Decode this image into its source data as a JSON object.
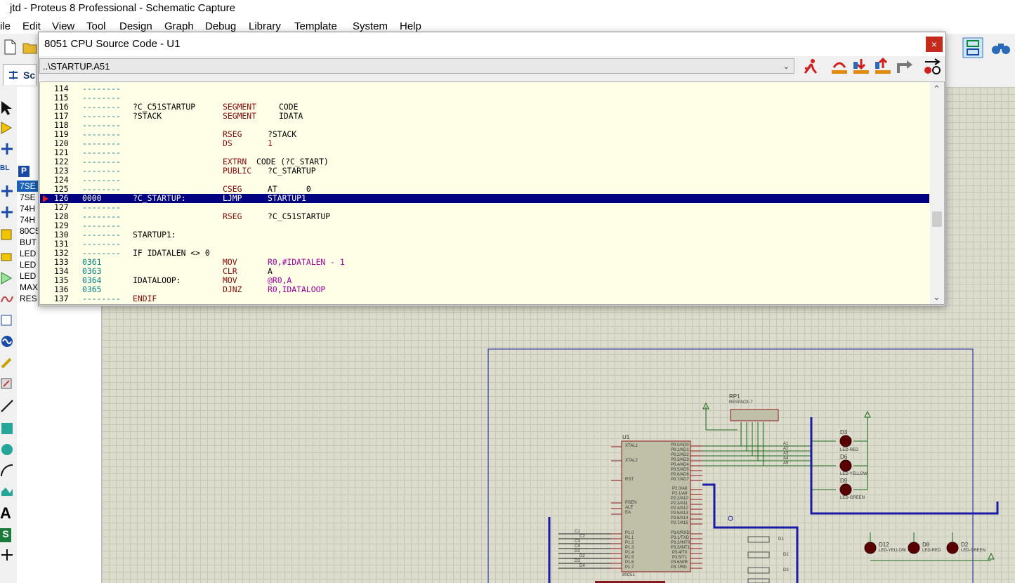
{
  "app": {
    "title": "jtd - Proteus 8 Professional - Schematic Capture",
    "menu": [
      "ile",
      "Edit",
      "View",
      "Tool",
      "Design",
      "Graph",
      "Debug",
      "Library",
      "Template",
      "System",
      "Help"
    ],
    "tab_label": "Sc"
  },
  "left_panel": {
    "pick_letter": "P",
    "devices": [
      "7SE",
      "7SE",
      "74H",
      "74H",
      "80C5",
      "BUT",
      "LED",
      "LED",
      "LED",
      "MAX",
      "RES"
    ]
  },
  "dialog": {
    "title": "8051 CPU Source Code - U1",
    "close_label": "×",
    "file": "..\\STARTUP.A51",
    "lines": [
      {
        "n": "114",
        "addr": "--------",
        "label": "",
        "op": "",
        "arg": ""
      },
      {
        "n": "115",
        "addr": "--------",
        "label": "",
        "op": "",
        "arg": ""
      },
      {
        "n": "116",
        "addr": "--------",
        "label": "?C_C51STARTUP",
        "op": "SEGMENT",
        "arg": "CODE"
      },
      {
        "n": "117",
        "addr": "--------",
        "label": "?STACK",
        "op": "SEGMENT",
        "arg": "IDATA"
      },
      {
        "n": "118",
        "addr": "--------",
        "label": "",
        "op": "",
        "arg": ""
      },
      {
        "n": "119",
        "addr": "--------",
        "label": "",
        "op": "RSEG",
        "arg": "?STACK"
      },
      {
        "n": "120",
        "addr": "--------",
        "label": "",
        "op": "DS",
        "arg": "1"
      },
      {
        "n": "121",
        "addr": "--------",
        "label": "",
        "op": "",
        "arg": ""
      },
      {
        "n": "122",
        "addr": "--------",
        "label": "",
        "op": "EXTRN",
        "arg": "CODE (?C_START)"
      },
      {
        "n": "123",
        "addr": "--------",
        "label": "",
        "op": "PUBLIC",
        "arg": "?C_STARTUP"
      },
      {
        "n": "124",
        "addr": "--------",
        "label": "",
        "op": "",
        "arg": ""
      },
      {
        "n": "125",
        "addr": "--------",
        "label": "",
        "op": "CSEG",
        "arg": "AT      0"
      },
      {
        "n": "126",
        "addr": "0000",
        "label": "?C_STARTUP:",
        "op": "LJMP",
        "arg": "STARTUP1"
      },
      {
        "n": "127",
        "addr": "--------",
        "label": "",
        "op": "",
        "arg": ""
      },
      {
        "n": "128",
        "addr": "--------",
        "label": "",
        "op": "RSEG",
        "arg": "?C_C51STARTUP"
      },
      {
        "n": "129",
        "addr": "--------",
        "label": "",
        "op": "",
        "arg": ""
      },
      {
        "n": "130",
        "addr": "--------",
        "label": "STARTUP1:",
        "op": "",
        "arg": ""
      },
      {
        "n": "131",
        "addr": "--------",
        "label": "",
        "op": "",
        "arg": ""
      },
      {
        "n": "132",
        "addr": "--------",
        "label": "IF IDATALEN <> 0",
        "op": "",
        "arg": ""
      },
      {
        "n": "133",
        "addr": "0361",
        "label": "",
        "op": "MOV",
        "arg": "R0,#IDATALEN - 1"
      },
      {
        "n": "134",
        "addr": "0363",
        "label": "",
        "op": "CLR",
        "arg": "A"
      },
      {
        "n": "135",
        "addr": "0364",
        "label": "IDATALOOP:",
        "op": "MOV",
        "arg": "@R0,A"
      },
      {
        "n": "136",
        "addr": "0365",
        "label": "",
        "op": "DJNZ",
        "arg": "R0,IDATALOOP"
      },
      {
        "n": "137",
        "addr": "--------",
        "label": "ENDIF",
        "op": "",
        "arg": ""
      }
    ],
    "highlight_line": "126"
  },
  "schematic": {
    "u1": {
      "ref": "U1",
      "part": "80C51"
    },
    "u1_pins_left": [
      "XTAL1",
      "XTAL2",
      "RST",
      "PSEN",
      "ALE",
      "EA",
      "P1.0",
      "P1.1",
      "P1.2",
      "P1.3",
      "P1.4",
      "P1.5",
      "P1.6",
      "P1.7"
    ],
    "u1_pins_right": [
      "P0.0/AD0",
      "P0.1/AD1",
      "P0.2/AD2",
      "P0.3/AD3",
      "P0.4/AD4",
      "P0.5/AD5",
      "P0.6/AD6",
      "P0.7/AD7",
      "P2.0/A8",
      "P2.1/A9",
      "P2.2/A10",
      "P2.3/A11",
      "P2.4/A12",
      "P2.5/A13",
      "P2.6/A14",
      "P2.7/A15",
      "P3.0/RXD",
      "P3.1/TXD",
      "P3.2/INT0",
      "P3.3/INT1",
      "P3.4/T0",
      "P3.5/T1",
      "P3.6/WR",
      "P3.7/RD"
    ],
    "rp1": {
      "ref": "RP1",
      "part": "RESPACK-7"
    },
    "leds": [
      {
        "ref": "D3",
        "part": "LED-RED"
      },
      {
        "ref": "D6",
        "part": "LED-YELLOW"
      },
      {
        "ref": "D9",
        "part": "LED-GREEN"
      },
      {
        "ref": "D12",
        "part": "LED-YELLOW"
      },
      {
        "ref": "D8",
        "part": "LED-RED"
      },
      {
        "ref": "D2",
        "part": "LED-GREEN"
      }
    ],
    "net_labels_a": [
      "A1",
      "A2",
      "A3",
      "A4",
      "A5"
    ],
    "net_labels_c": [
      "C1",
      "C2",
      "C3",
      "C4",
      "D1",
      "D2",
      "D3",
      "D4"
    ],
    "buttons": [
      "D1",
      "D2",
      "D3"
    ]
  },
  "colors": {
    "highlight": "#000080",
    "code_bg": "#ffffe8",
    "wire": "#2020a0",
    "component": "#c0c0a8"
  }
}
